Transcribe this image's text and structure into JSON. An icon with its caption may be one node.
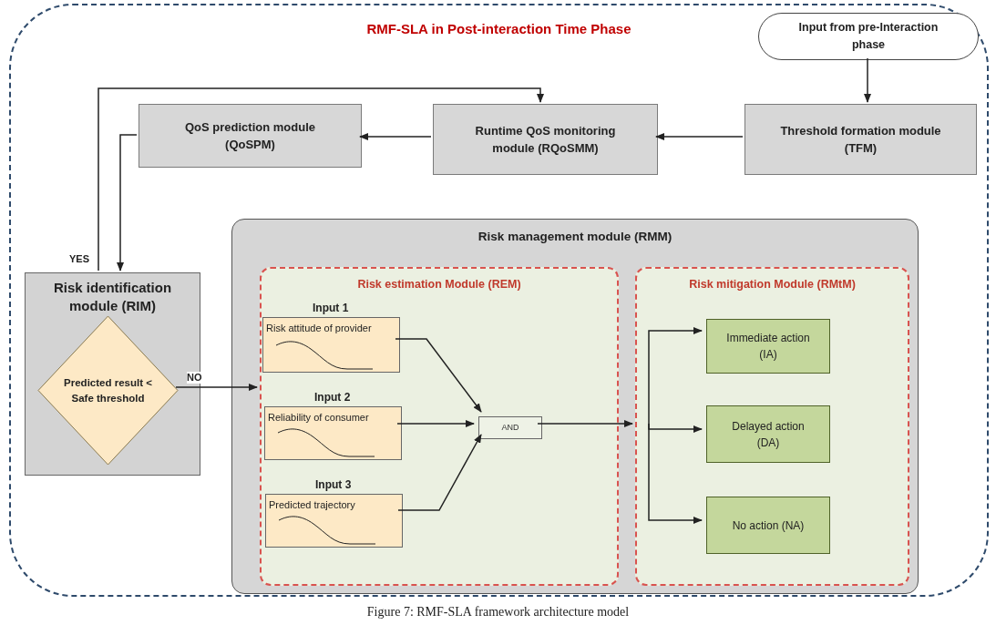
{
  "diagram": {
    "caption": "Figure 7: RMF-SLA framework architecture model",
    "nodes": [
      {
        "text": [
          "RMF-SLA in Post-interaction Time Phase"
        ]
      },
      {
        "text": [
          "Input from pre-Interaction phase"
        ],
        "in": 0
      },
      {
        "text": [
          "QoS prediction module (QoSPM)"
        ],
        "in": 0
      },
      {
        "text": [
          "Runtime QoS monitoring module (RQoSMM)"
        ],
        "in": 0
      },
      {
        "text": [
          "Threshold formation module (TFM)"
        ],
        "in": 0
      },
      {
        "text": [
          "Risk identification module (RIM)"
        ],
        "in": 0
      },
      {
        "text": [
          "Predicted result < Safe threshold"
        ],
        "in": 5
      },
      {
        "text": [
          "Risk management module (RMM)"
        ],
        "in": 0
      },
      {
        "text": [
          "Risk estimation Module (REM)"
        ],
        "in": 7
      },
      {
        "text": [
          "Risk attitude of provider"
        ],
        "beside": [
          "Input 1"
        ],
        "in": 8
      },
      {
        "text": [
          "Reliability of consumer"
        ],
        "beside": [
          "Input 2"
        ],
        "in": 8
      },
      {
        "text": [
          "Predicted trajectory"
        ],
        "beside": [
          "Input 3"
        ],
        "in": 8
      },
      {
        "text": [
          "AND"
        ],
        "in": 8
      },
      {
        "text": [
          "Risk mitigation Module (RMtM)"
        ],
        "in": 7
      },
      {
        "text": [
          "Immediate action (IA)"
        ],
        "in": 13
      },
      {
        "text": [
          "Delayed action (DA)"
        ],
        "in": 13
      },
      {
        "text": [
          "No action (NA)"
        ],
        "in": 13
      }
    ],
    "edges": [
      {
        "from": 1,
        "to": 4,
        "arrow": "to"
      },
      {
        "from": 4,
        "to": 3,
        "arrow": "to"
      },
      {
        "from": 3,
        "to": 2,
        "arrow": "to"
      },
      {
        "from": 2,
        "to": 5,
        "arrow": "to"
      },
      {
        "from": 5,
        "to": 3,
        "arrow": "to",
        "label": "YES"
      },
      {
        "from": 6,
        "to": 8,
        "arrow": "to",
        "label": "NO"
      },
      {
        "from": 9,
        "to": 12,
        "arrow": "to"
      },
      {
        "from": 10,
        "to": 12,
        "arrow": "to"
      },
      {
        "from": 11,
        "to": 12,
        "arrow": "to"
      },
      {
        "from": 12,
        "to": 13,
        "arrow": "to"
      },
      {
        "from": 13,
        "to": 14,
        "arrow": "to"
      },
      {
        "from": 13,
        "to": 15,
        "arrow": "to"
      },
      {
        "from": 13,
        "to": 16,
        "arrow": "to"
      }
    ]
  }
}
